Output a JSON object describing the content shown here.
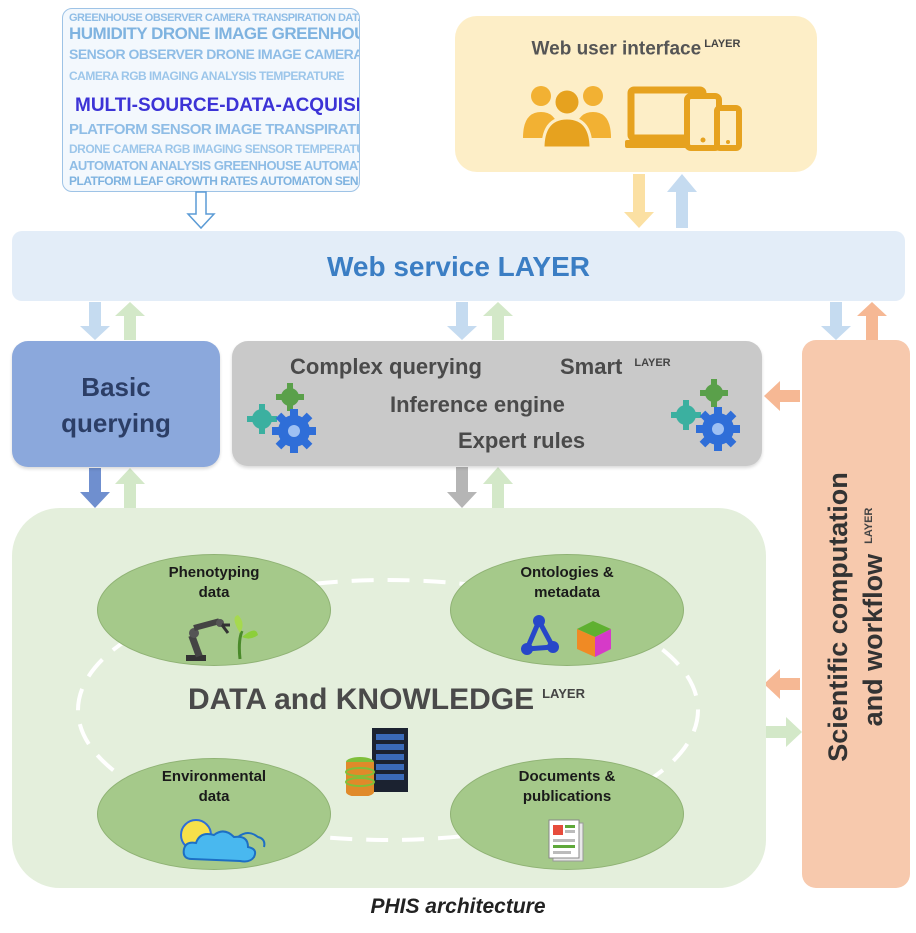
{
  "wordcloud": {
    "lines": [
      "GREENHOUSE OBSERVER CAMERA TRANSPIRATION DATA HUMIDITY",
      "HUMIDITY DRONE IMAGE GREENHOUSE DRONE",
      "SENSOR OBSERVER DRONE IMAGE CAMERA ANALYSIS",
      "CAMERA RGB IMAGING ANALYSIS TEMPERATURE",
      "MULTI-SOURCE-DATA-ACQUISITION",
      "PLATFORM SENSOR IMAGE TRANSPIRATION DATA",
      "DRONE CAMERA RGB IMAGING SENSOR TEMPERATURE",
      "AUTOMATON ANALYSIS GREENHOUSE AUTOMATON",
      "PLATFORM LEAF GROWTH RATES AUTOMATON SENSOR"
    ],
    "main": "MULTI-SOURCE-DATA-ACQUISITION"
  },
  "web_ui": {
    "title": "Web user interface",
    "sup": "LAYER",
    "icons": [
      "users-icon",
      "devices-icon"
    ]
  },
  "web_service": {
    "title": "Web service LAYER"
  },
  "basic_querying": {
    "line1": "Basic",
    "line2": "querying"
  },
  "smart": {
    "complex": "Complex querying",
    "smart": "Smart",
    "sup": "LAYER",
    "inference": "Inference engine",
    "expert": "Expert rules",
    "icons": [
      "gears-icon",
      "gears-icon"
    ]
  },
  "scientific": {
    "line1": "Scientific computation",
    "line2": "and workflow",
    "sup": "LAYER"
  },
  "data_knowledge": {
    "title": "DATA and KNOWLEDGE",
    "sup": "LAYER",
    "nodes": [
      {
        "line1": "Phenotyping",
        "line2": "data",
        "icon": "robot-arm-plant-icon"
      },
      {
        "line1": "Ontologies &",
        "line2": "metadata",
        "icon": "graph-cube-icon"
      },
      {
        "line1": "Environmental",
        "line2": "data",
        "icon": "sun-cloud-icon"
      },
      {
        "line1": "Documents &",
        "line2": "publications",
        "icon": "document-icon"
      }
    ],
    "center_icon": "server-database-icon"
  },
  "caption": "PHIS architecture",
  "colors": {
    "web_ui": "#fdeec7",
    "web_service": "#e3edf8",
    "basic": "#8ba8dc",
    "smart": "#c9c9c9",
    "scientific": "#f7c9ad",
    "data_layer": "#e4efdc",
    "ellipse": "#a5c98a",
    "accent_blue": "#3b7ec4"
  }
}
